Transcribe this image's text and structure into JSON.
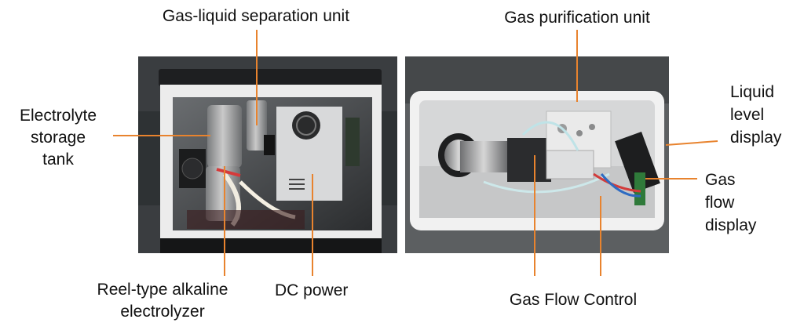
{
  "labels": {
    "gas_liquid_separation_unit": "Gas-liquid separation unit",
    "gas_purification_unit": "Gas purification unit",
    "electrolyte_storage_tank": [
      "Electrolyte",
      "storage",
      "tank"
    ],
    "liquid_level_display": [
      "Liquid",
      "level",
      "display"
    ],
    "gas_flow_display": [
      "Gas",
      "flow",
      "display"
    ],
    "reel_type_alkaline_electrolyzer": [
      "Reel-type alkaline",
      "electrolyzer"
    ],
    "dc_power": "DC power",
    "gas_flow_control": "Gas Flow Control"
  },
  "colors": {
    "callout_line": "#e8832e",
    "background": "#ffffff",
    "text": "#111111"
  }
}
